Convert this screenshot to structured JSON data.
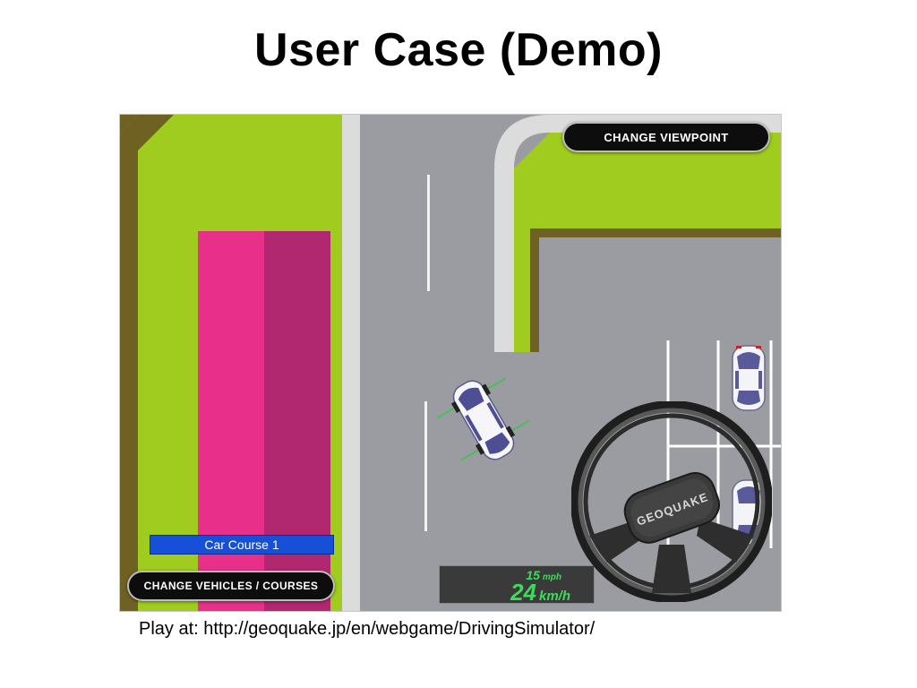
{
  "slide": {
    "title": "User Case (Demo)",
    "caption": "Play at: http://geoquake.jp/en/webgame/DrivingSimulator/"
  },
  "game": {
    "buttons": {
      "change_viewpoint": "CHANGE VIEWPOINT",
      "change_vehicles": "CHANGE VEHICLES / COURSES"
    },
    "course_label": "Car Course 1",
    "speed": {
      "mph_value": "15",
      "mph_unit": "mph",
      "kmh_value": "24",
      "kmh_unit": "km/h"
    },
    "steering_wheel_logo": "GEOQUAKE",
    "colors": {
      "grass": "#9fcc1f",
      "curb": "#6e6122",
      "road": "#9b9ca2",
      "sidewalk": "#dcdcdc",
      "pink": "#e8308a",
      "magenta": "#b22870",
      "speed_text": "#3cdc5a",
      "course_label_bg": "#1650d8"
    },
    "icons": [
      "player-car-icon",
      "parked-car-icon",
      "steering-wheel-icon"
    ]
  }
}
